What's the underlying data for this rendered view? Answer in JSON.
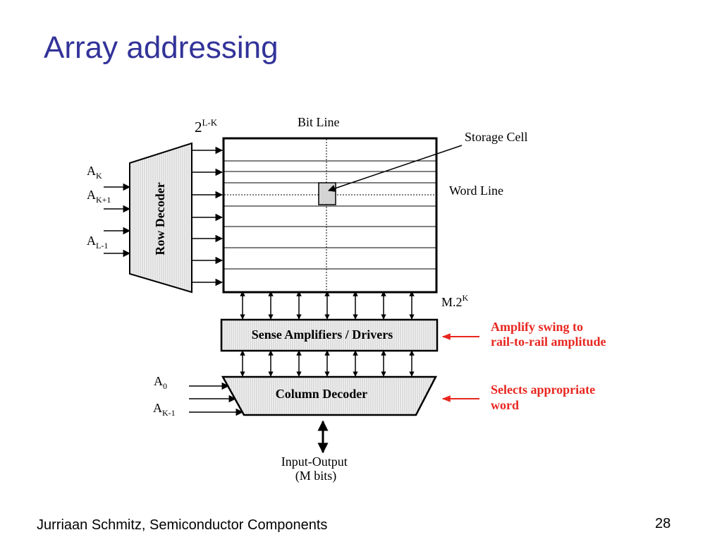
{
  "slide": {
    "title": "Array addressing",
    "footer": "Jurriaan Schmitz, Semiconductor Components",
    "page_number": "28"
  },
  "diagram": {
    "row_count_label": {
      "base": "2",
      "exp": "L-K"
    },
    "bit_line_label": "Bit Line",
    "storage_cell_label": "Storage Cell",
    "word_line_label": "Word Line",
    "columns_label": {
      "base": "M.2",
      "exp": "K"
    },
    "row_decoder_label": "Row Decoder",
    "row_inputs": [
      {
        "base": "A",
        "sub": "K"
      },
      {
        "base": "A",
        "sub": "K+1"
      },
      {
        "base": "A",
        "sub": "L-1"
      }
    ],
    "sense_amp_label": "Sense Amplifiers / Drivers",
    "column_decoder_label": "Column Decoder",
    "column_inputs": [
      {
        "base": "A",
        "sub": "0"
      },
      {
        "base": "A",
        "sub": "K-1"
      }
    ],
    "io_label_line1": "Input-Output",
    "io_label_line2": "(M bits)",
    "annotations": [
      {
        "line1": "Amplify swing to",
        "line2": "rail-to-rail amplitude"
      },
      {
        "line1": "Selects appropriate",
        "line2": "word"
      }
    ],
    "annotation_color": "#e8261f",
    "title_color": "#33339a"
  }
}
